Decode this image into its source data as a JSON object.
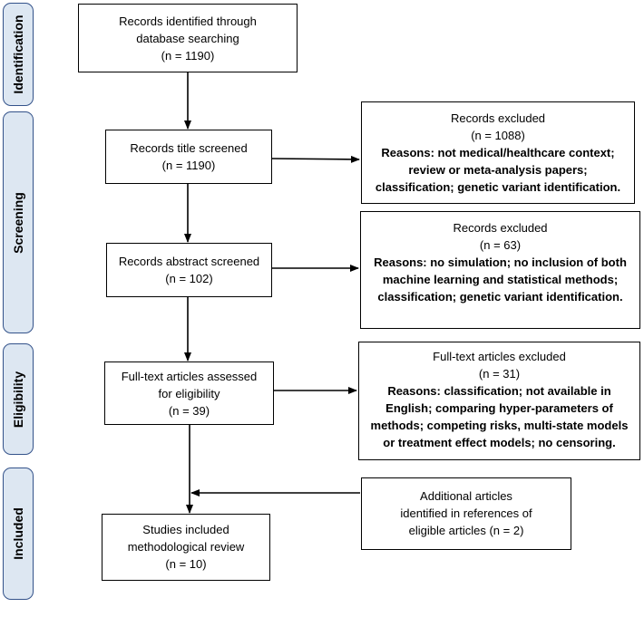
{
  "stages": {
    "identification": "Identification",
    "screening": "Screening",
    "eligibility": "Eligibility",
    "included": "Included"
  },
  "identified": {
    "line1": "Records identified through",
    "line2": "database searching",
    "count": "(n = 1190)"
  },
  "title_screened": {
    "line1": "Records title screened",
    "count": "(n = 1190)"
  },
  "excluded_title": {
    "heading": "Records excluded",
    "count": "(n = 1088)",
    "reason1": "Reasons: not medical/healthcare context;",
    "reason2": "review or meta-analysis papers;",
    "reason3": "classification; genetic variant identification."
  },
  "abstract_screened": {
    "line1": "Records abstract screened",
    "count": "(n = 102)"
  },
  "excluded_abstract": {
    "heading": "Records excluded",
    "count": "(n = 63)",
    "reason1": "Reasons: no simulation; no inclusion of both",
    "reason2": "machine learning and statistical methods;",
    "reason3": "classification; genetic variant identification."
  },
  "fulltext": {
    "line1": "Full-text articles assessed",
    "line2": "for eligibility",
    "count": "(n = 39)"
  },
  "excluded_fulltext": {
    "heading": "Full-text articles excluded",
    "count": "(n = 31)",
    "reason1": "Reasons: classification; not available in",
    "reason2": "English; comparing hyper-parameters of",
    "reason3": "methods; competing risks, multi-state models",
    "reason4": "or treatment effect models; no censoring."
  },
  "additional": {
    "line1": "Additional articles",
    "line2": "identified in references of",
    "line3": "eligible articles (n = 2)"
  },
  "included_studies": {
    "line1": "Studies included",
    "line2": "methodological review",
    "count": "(n = 10)"
  }
}
